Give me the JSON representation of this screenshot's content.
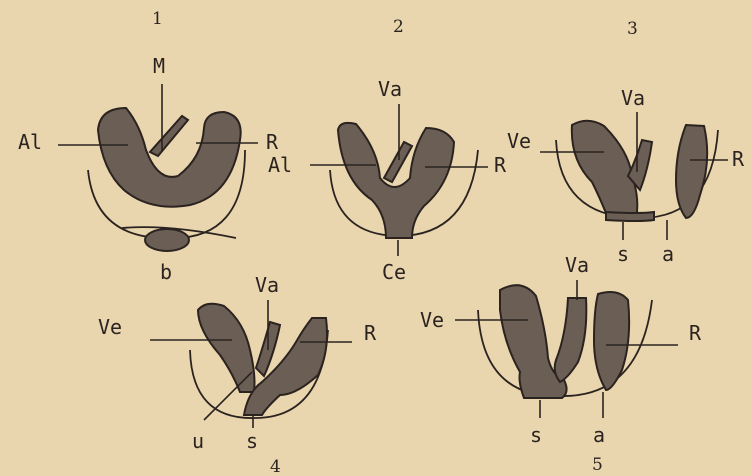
{
  "colors": {
    "paper": "#e9d6ae",
    "ink": "#2b2320",
    "shade": "#6b5e55"
  },
  "panels": [
    {
      "number": "1",
      "labels": {
        "top": "M",
        "left": "Al",
        "right": "R",
        "bottom": "b"
      }
    },
    {
      "number": "2",
      "labels": {
        "top": "Va",
        "left": "Al",
        "right": "R",
        "bottom": "Ce"
      }
    },
    {
      "number": "3",
      "labels": {
        "top": "Va",
        "left": "Ve",
        "right": "R",
        "bottom_s": "s",
        "bottom_a": "a"
      }
    },
    {
      "number": "4",
      "labels": {
        "top": "Va",
        "left": "Ve",
        "right": "R",
        "bottom_u": "u",
        "bottom_s": "s"
      }
    },
    {
      "number": "5",
      "labels": {
        "top": "Va",
        "left": "Ve",
        "right": "R",
        "bottom_s": "s",
        "bottom_a": "a"
      }
    }
  ]
}
